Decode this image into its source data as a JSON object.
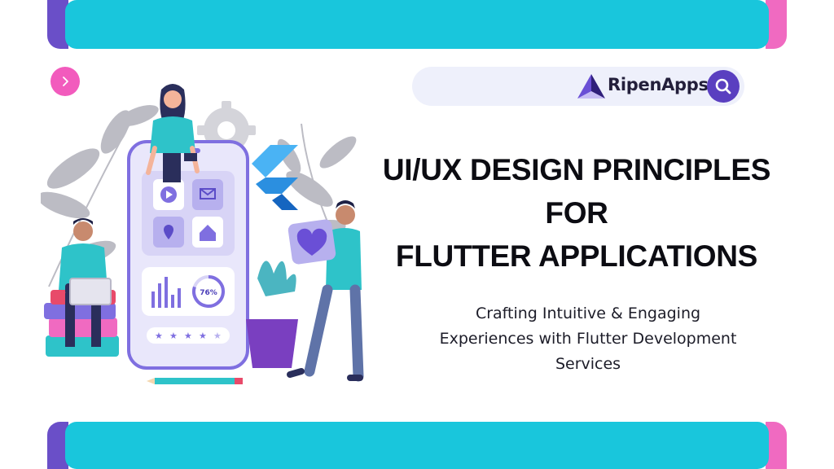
{
  "brand": {
    "name": "RipenApps"
  },
  "headline": {
    "line1": "UI/UX DESIGN PRINCIPLES",
    "line2": "FOR",
    "line3": "FLUTTER APPLICATIONS"
  },
  "subtitle": {
    "line1": "Crafting Intuitive & Engaging",
    "line2": "Experiences with Flutter Development",
    "line3": "Services"
  },
  "illustration": {
    "progress_label": "76%",
    "progress_value": 0.76,
    "rating_stars": 5
  },
  "colors": {
    "cyan": "#19c6dc",
    "purple": "#6a4fc8",
    "pink": "#f06ac1",
    "brand_purple": "#5a3fc0"
  },
  "icons": {
    "next": "chevron-right-icon",
    "search": "search-icon",
    "logo": "ripenapps-logo-icon"
  }
}
